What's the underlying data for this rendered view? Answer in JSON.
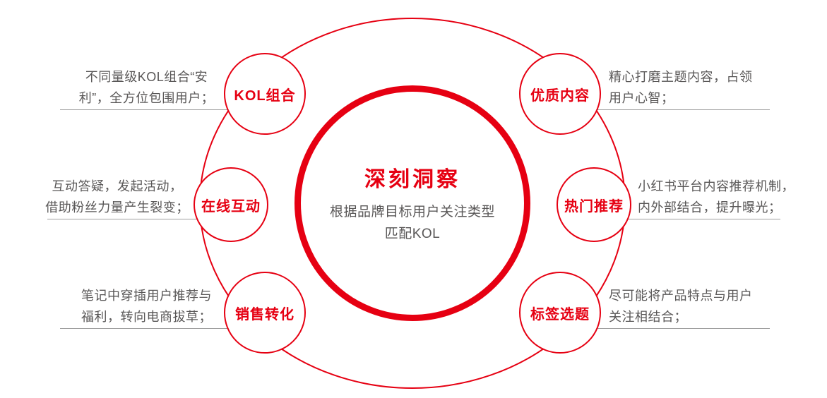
{
  "diagram": {
    "center": {
      "title": "深刻洞察",
      "subtitle": "根据品牌目标用户关注类型\n匹配KOL"
    },
    "nodes": [
      {
        "id": "kol-combination",
        "label": "KOL组合",
        "desc": "不同量级KOL组合“安\n利”，全方位包围用户；"
      },
      {
        "id": "online-interaction",
        "label": "在线互动",
        "desc": "互动答疑，发起活动，\n借助粉丝力量产生裂变；"
      },
      {
        "id": "sales-conversion",
        "label": "销售转化",
        "desc": "笔记中穿插用户推荐与\n福利，转向电商拔草；"
      },
      {
        "id": "quality-content",
        "label": "优质内容",
        "desc": "精心打磨主题内容，占领\n用户心智；"
      },
      {
        "id": "hot-recommendation",
        "label": "热门推荐",
        "desc": "小红书平台内容推荐机制，\n内外部结合，提升曝光；"
      },
      {
        "id": "tag-topic",
        "label": "标签选题",
        "desc": "尽可能将产品特点与用户\n关注相结合；"
      }
    ]
  },
  "colors": {
    "accent": "#e60012",
    "body_text": "#595757",
    "connector_line": "#9f9f9f",
    "background": "#ffffff"
  }
}
